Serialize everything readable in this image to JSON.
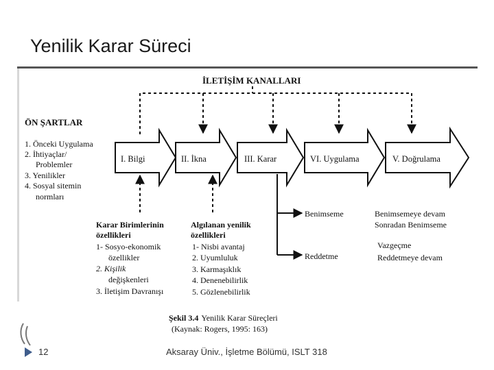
{
  "slide": {
    "title": "Yenilik Karar Süreci",
    "page_number": "12",
    "footer": "Aksaray Üniv., İşletme Bölümü, ISLT 318"
  },
  "figure": {
    "channels_label": "İLETİŞİM KANALLARI",
    "preconditions": {
      "heading": "ÖN ŞARTLAR",
      "lines": [
        "1. Önceki Uygulama",
        "2. İhtiyaçlar/",
        "Problemler",
        "3. Yenilikler",
        "4. Sosyal sitemin",
        "normları"
      ]
    },
    "stages": [
      "I. Bilgi",
      "II. İkna",
      "III. Karar",
      "VI. Uygulama",
      "V. Doğrulama"
    ],
    "decision_units": {
      "heading1": "Karar Birimlerinin",
      "heading2": "özellikleri",
      "lines": [
        "1- Sosyo-ekonomik",
        "özellikler",
        "2. Kişilik",
        "değişkenleri",
        "3. İletişim Davranışı"
      ]
    },
    "perceived": {
      "heading1": "Algılanan yenilik",
      "heading2": "özellikleri",
      "lines": [
        "1- Nisbi avantaj",
        "2. Uyumluluk",
        "3. Karmaşıklık",
        "4. Denenebilirlik",
        "5. Gözlenebilirlik"
      ]
    },
    "outcomes": {
      "adopt": "Benimseme",
      "reject": "Reddetme",
      "adopt_results": [
        "Benimsemeye devam",
        "Sonradan Benimseme"
      ],
      "reject_results": [
        "Vazgeçme",
        "Reddetmeye devam"
      ]
    },
    "caption": {
      "title": "Şekil 3.4",
      "title_rest": "Yenilik Karar Süreçleri",
      "source": "(Kaynak: Rogers, 1995: 163)"
    }
  }
}
